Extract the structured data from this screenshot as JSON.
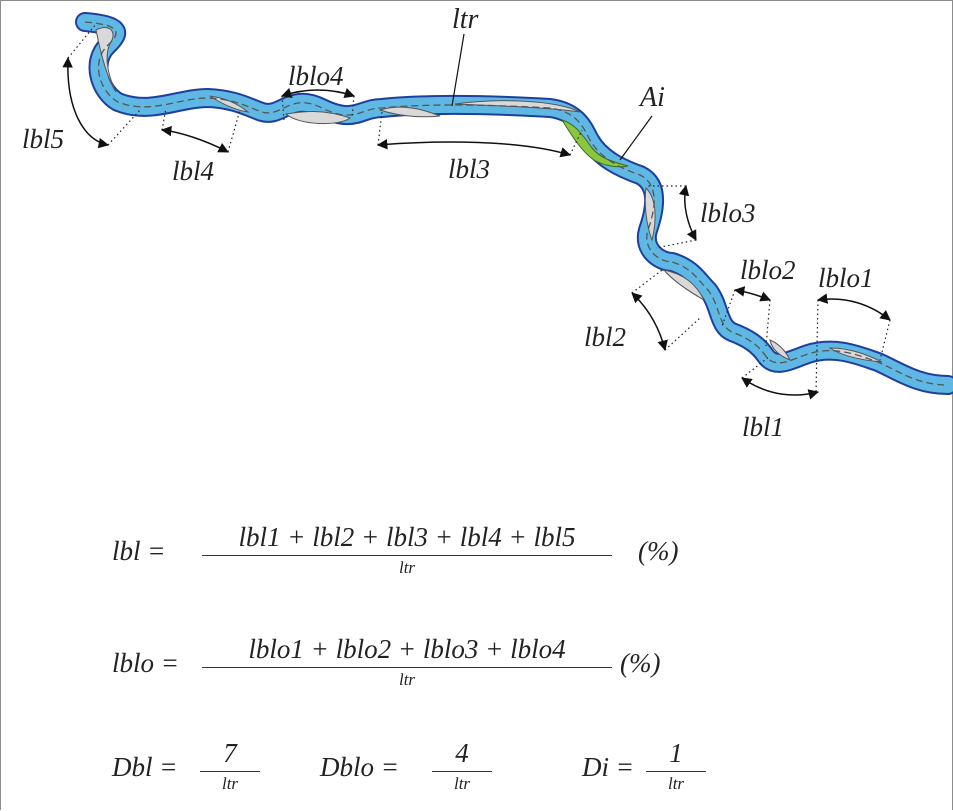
{
  "diagram": {
    "labels": {
      "ltr": "ltr",
      "ai": "Ai",
      "lbl1": "lbl1",
      "lbl2": "lbl2",
      "lbl3": "lbl3",
      "lbl4": "lbl4",
      "lbl5": "lbl5",
      "lblo1": "lblo1",
      "lblo2": "lblo2",
      "lblo3": "lblo3",
      "lblo4": "lblo4"
    },
    "colors": {
      "water": "#5fb8e4",
      "bank": "#1f3f9c",
      "bar": "#d9d9d9",
      "island": "#8cc63f",
      "centerline": "#555555"
    }
  },
  "formulas": {
    "lbl": {
      "lhs": "lbl =",
      "numerator": "lbl1 + lbl2 + lbl3 + lbl4 + lbl5",
      "denominator": "ltr",
      "unit": "(%)"
    },
    "lblo": {
      "lhs": "lblo =",
      "numerator": "lblo1 + lblo2 + lblo3 + lblo4",
      "denominator": "ltr",
      "unit": "(%)"
    },
    "dbl": {
      "lhs": "Dbl =",
      "numerator": "7",
      "denominator": "ltr"
    },
    "dblo": {
      "lhs": "Dblo =",
      "numerator": "4",
      "denominator": "ltr"
    },
    "di": {
      "lhs": "Di =",
      "numerator": "1",
      "denominator": "ltr"
    }
  }
}
